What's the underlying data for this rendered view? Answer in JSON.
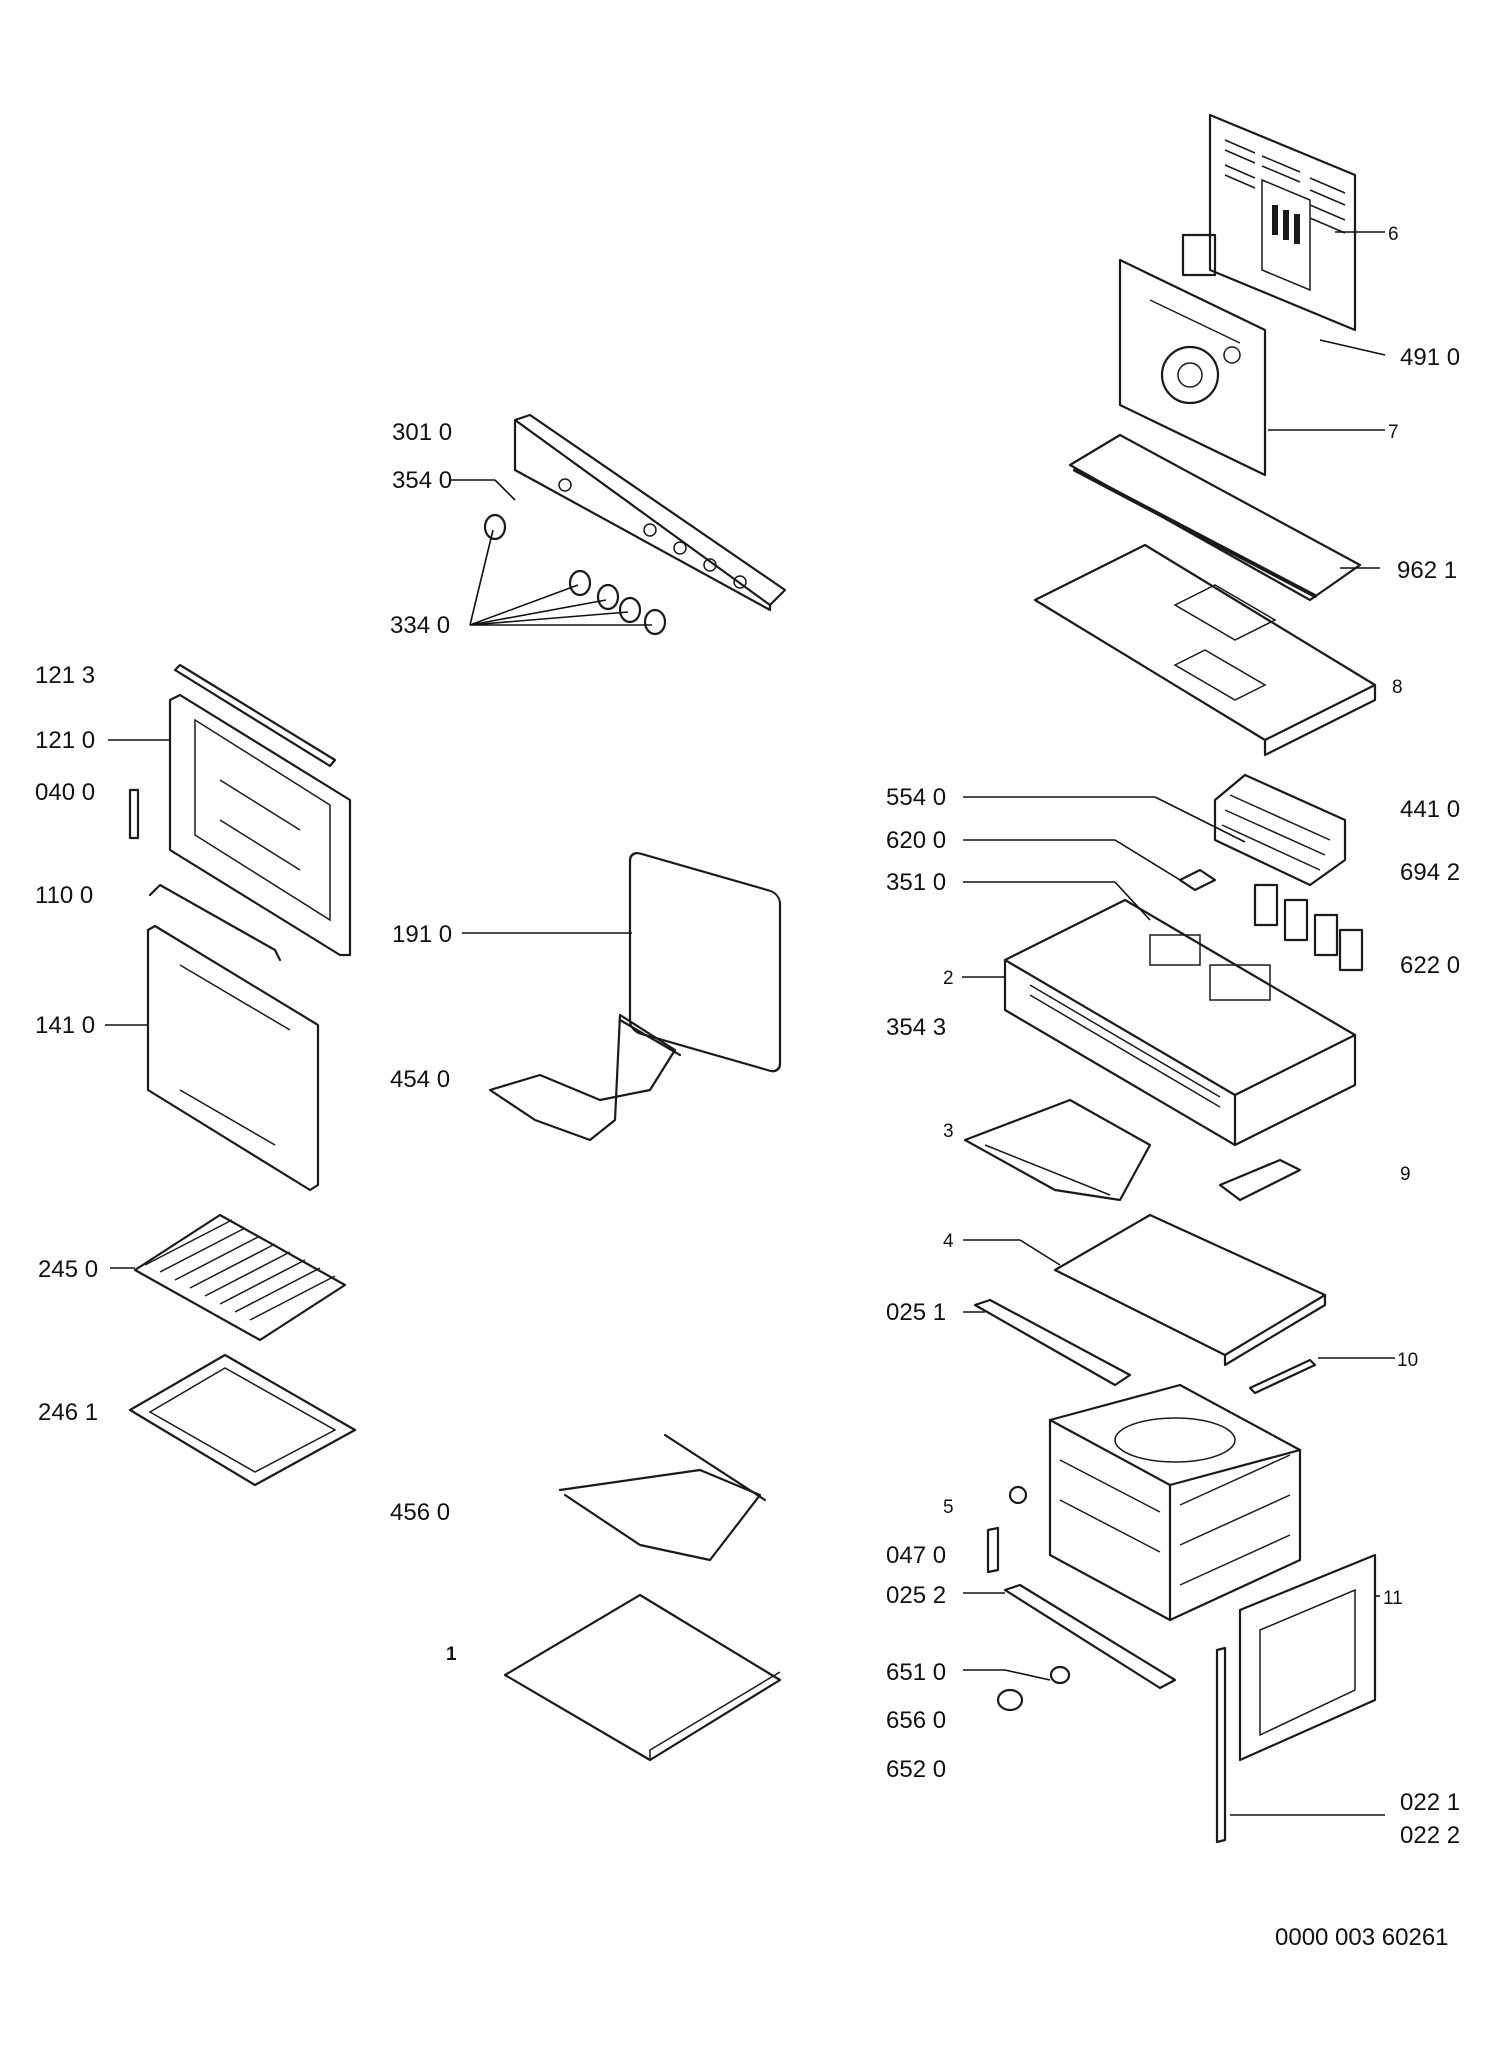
{
  "diagram": {
    "reference_number": "0000 003 60261",
    "callouts": {
      "c6": "6",
      "c4910": "491 0",
      "c7": "7",
      "c9621": "962 1",
      "c8": "8",
      "c5540": "554 0",
      "c4410": "441 0",
      "c6200": "620 0",
      "c6942": "694 2",
      "c3510": "351 0",
      "c6220": "622 0",
      "c2": "2",
      "c3543": "354 3",
      "c3": "3",
      "c9": "9",
      "c4": "4",
      "c0251": "025 1",
      "c10": "10",
      "c5": "5",
      "c0470": "047 0",
      "c0252": "025 2",
      "c11": "11",
      "c6510": "651 0",
      "c6560": "656 0",
      "c6520": "652 0",
      "c0221": "022 1",
      "c0222": "022 2",
      "c3010": "301 0",
      "c3540": "354 0",
      "c3340": "334 0",
      "c1213": "121 3",
      "c1210": "121 0",
      "c0400": "040 0",
      "c1100": "110 0",
      "c1410": "141 0",
      "c1910": "191 0",
      "c4540": "454 0",
      "c2450": "245 0",
      "c2461": "246 1",
      "c4560": "456 0",
      "c1": "1"
    }
  }
}
